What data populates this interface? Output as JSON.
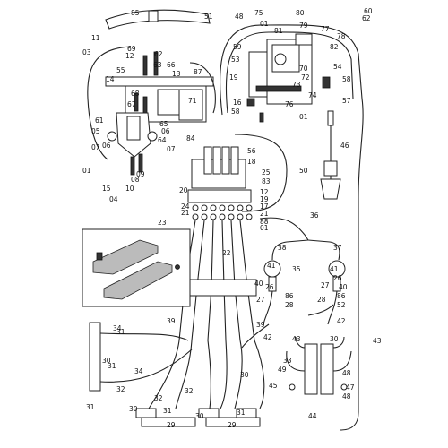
{
  "labels": [
    "85",
    "51",
    "11",
    "48",
    "75",
    "80",
    "01",
    "62",
    "60",
    "79",
    "77",
    "59",
    "81",
    "78",
    "03",
    "69",
    "62",
    "53",
    "82",
    "12",
    "63",
    "66",
    "13",
    "87",
    "55",
    "14",
    "54",
    "70",
    "72",
    "73",
    "19",
    "58",
    "74",
    "16",
    "76",
    "57",
    "58",
    "01",
    "68",
    "67",
    "71",
    "61",
    "05",
    "65",
    "06",
    "06",
    "07",
    "64",
    "07",
    "01",
    "15",
    "04",
    "10",
    "08",
    "09",
    "84",
    "56",
    "18",
    "25",
    "83",
    "50",
    "46",
    "20",
    "12",
    "19",
    "17",
    "21",
    "24",
    "21",
    "23",
    "36",
    "88",
    "01",
    "22",
    "38",
    "37",
    "35",
    "41",
    "41",
    "26",
    "26",
    "40",
    "40",
    "27",
    "86",
    "86",
    "27",
    "28",
    "28",
    "52",
    "39",
    "39",
    "42",
    "42",
    "43",
    "43",
    "30",
    "34",
    "31",
    "30",
    "49",
    "48",
    "45",
    "47",
    "48",
    "44",
    "31",
    "34",
    "32",
    "32",
    "30",
    "33",
    "31",
    "32",
    "30",
    "30",
    "31",
    "31",
    "29",
    "29"
  ]
}
